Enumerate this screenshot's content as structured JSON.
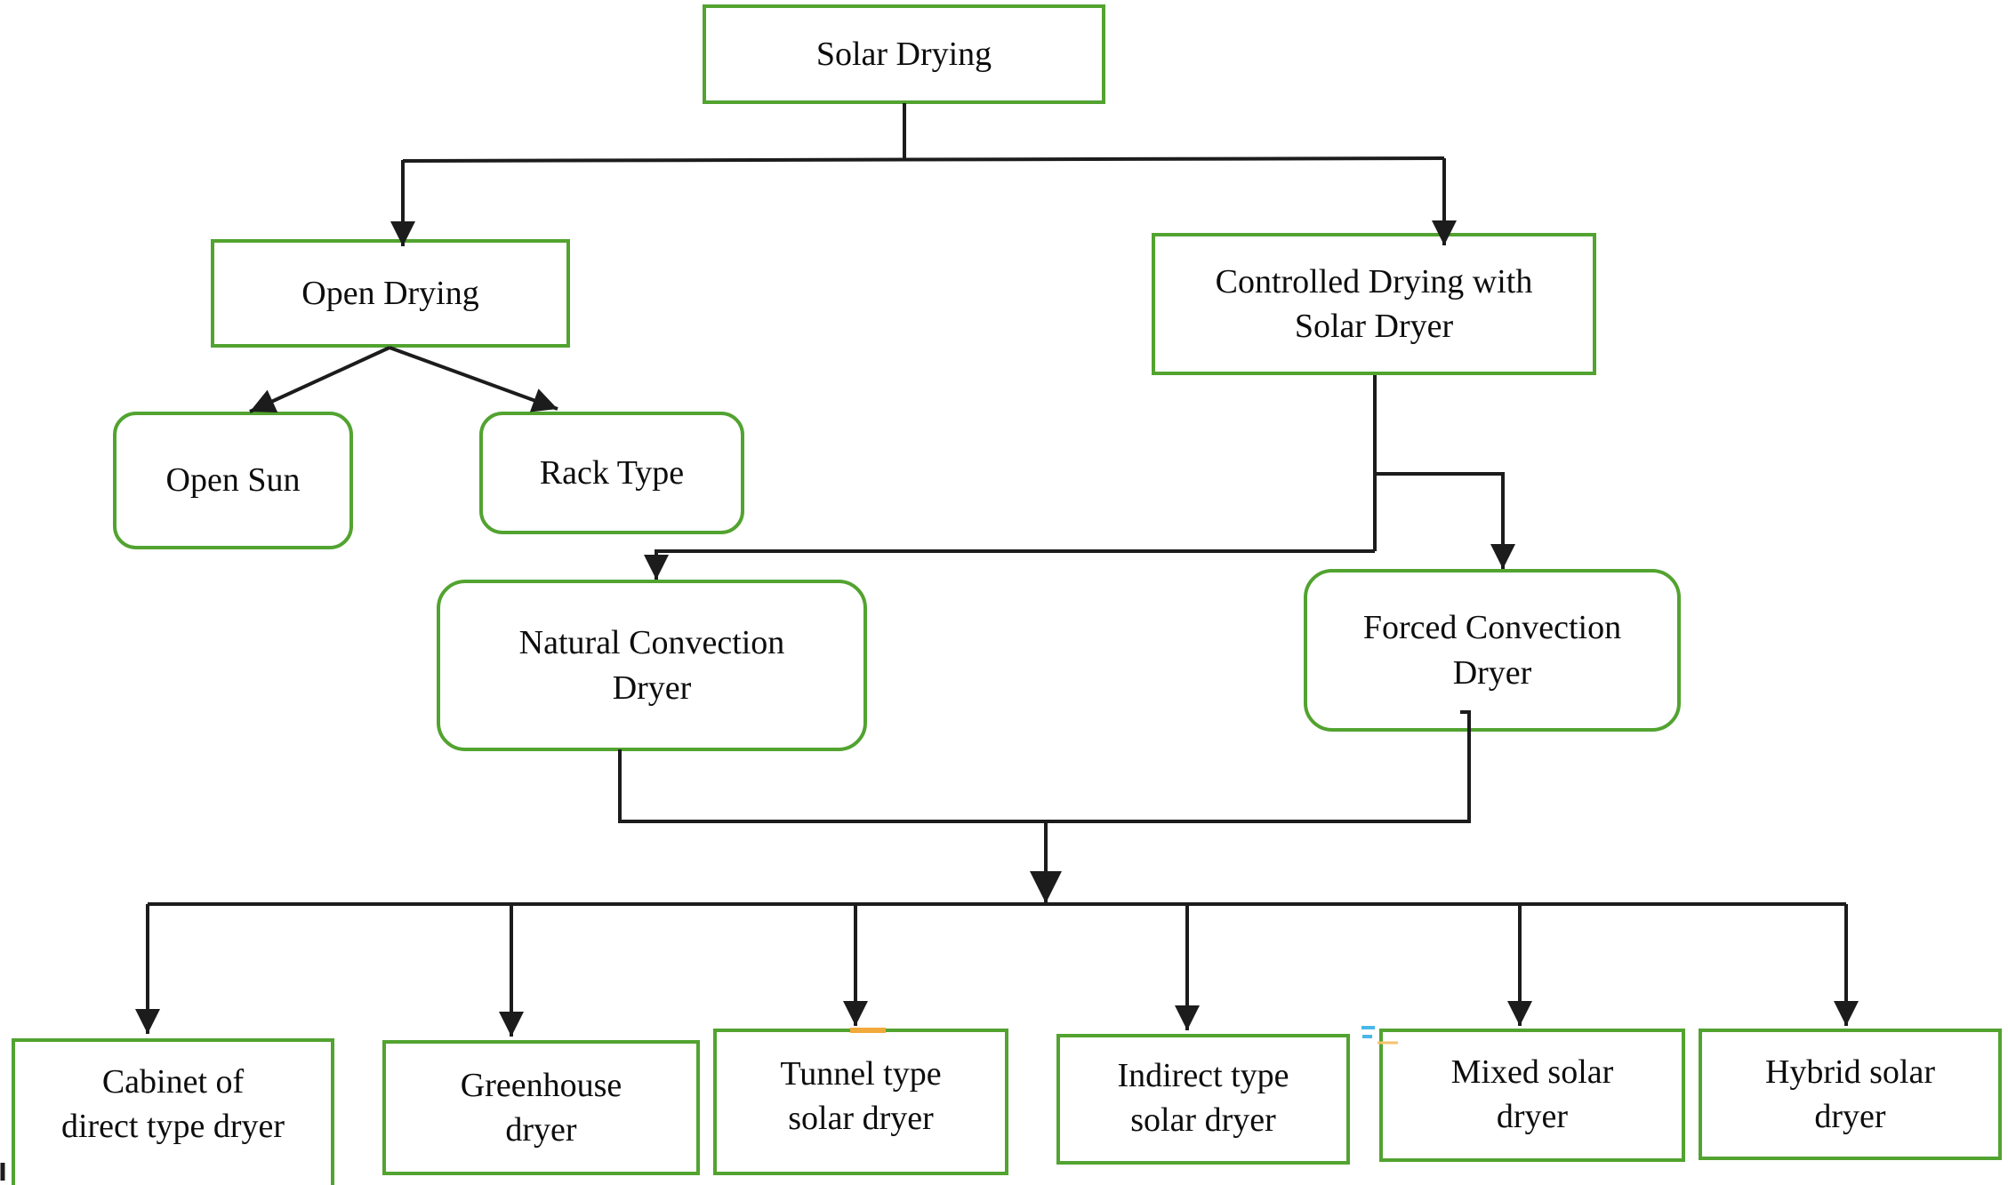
{
  "diagram": {
    "description": "Flowchart classifying solar drying methods and solar dryer types",
    "colors": {
      "box_border_green": "#52a330",
      "connector_black": "#1c1c1c",
      "text_black": "#0d0d0d",
      "artifact_orange": "#f2a93b",
      "artifact_blue": "#49b8e8",
      "background": "#ffffff"
    },
    "nodes": {
      "solar_drying": {
        "label": "Solar Drying"
      },
      "open_drying": {
        "label": "Open Drying"
      },
      "controlled_drying": {
        "line1": "Controlled Drying with",
        "line2": "Solar Dryer"
      },
      "open_sun": {
        "label": "Open Sun"
      },
      "rack_type": {
        "label": "Rack Type"
      },
      "natural_convection": {
        "line1": "Natural Convection",
        "line2": "Dryer"
      },
      "forced_convection": {
        "line1": "Forced Convection",
        "line2": "Dryer"
      },
      "cabinet": {
        "line1": "Cabinet of",
        "line2": "direct type dryer"
      },
      "greenhouse": {
        "line1": "Greenhouse",
        "line2": "dryer"
      },
      "tunnel": {
        "line1": "Tunnel type",
        "line2": "solar dryer"
      },
      "indirect": {
        "line1": "Indirect type",
        "line2": "solar dryer"
      },
      "mixed": {
        "line1": "Mixed solar",
        "line2": "dryer"
      },
      "hybrid": {
        "line1": "Hybrid solar",
        "line2": "dryer"
      }
    },
    "edges": [
      "Solar Drying -> Open Drying",
      "Solar Drying -> Controlled Drying with Solar Dryer",
      "Open Drying -> Open Sun",
      "Open Drying -> Rack Type",
      "Controlled Drying with Solar Dryer -> Natural Convection Dryer",
      "Controlled Drying with Solar Dryer -> Forced Convection Dryer",
      "Natural Convection Dryer + Forced Convection Dryer -> Cabinet of direct type dryer",
      "Natural Convection Dryer + Forced Convection Dryer -> Greenhouse dryer",
      "Natural Convection Dryer + Forced Convection Dryer -> Tunnel type solar dryer",
      "Natural Convection Dryer + Forced Convection Dryer -> Indirect type solar dryer",
      "Natural Convection Dryer + Forced Convection Dryer -> Mixed solar dryer",
      "Natural Convection Dryer + Forced Convection Dryer -> Hybrid solar dryer"
    ]
  }
}
